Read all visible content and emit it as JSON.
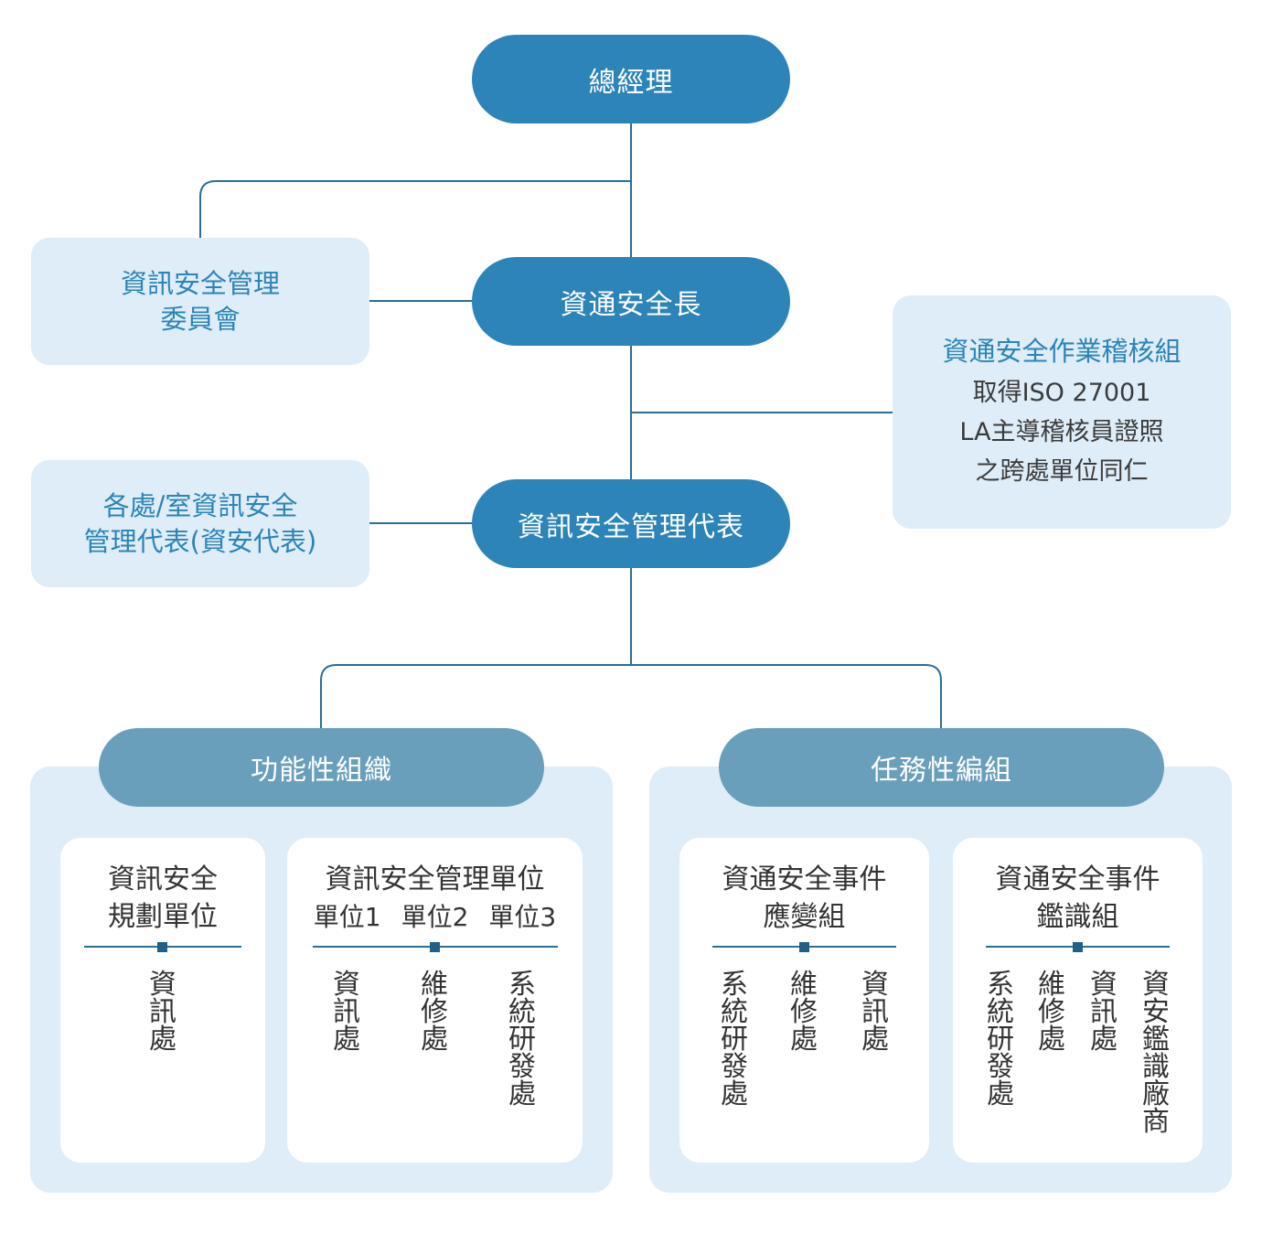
{
  "nodes": {
    "general_manager": "總經理",
    "ciso": "資通安全長",
    "isms_rep": "資訊安全管理代表"
  },
  "side": {
    "committee": [
      "資訊安全管理",
      "委員會"
    ],
    "unit_reps": [
      "各處/室資訊安全",
      "管理代表(資安代表)"
    ],
    "audit_team": {
      "title": "資通安全作業稽核組",
      "lines": [
        "取得ISO 27001",
        "LA主導稽核員證照",
        "之跨處單位同仁"
      ]
    }
  },
  "groups": {
    "functional": {
      "label": "功能性組織",
      "cards": [
        {
          "title": [
            "資訊安全",
            "規劃單位"
          ],
          "columns": [
            "資訊處"
          ]
        },
        {
          "title": [
            "資訊安全管理單位"
          ],
          "subtitles": [
            "單位1",
            "單位2",
            "單位3"
          ],
          "columns": [
            "資訊處",
            "維修處",
            "系統研發處"
          ]
        }
      ]
    },
    "task": {
      "label": "任務性編組",
      "cards": [
        {
          "title": [
            "資通安全事件",
            "應變組"
          ],
          "columns": [
            "系統研發處",
            "維修處",
            "資訊處"
          ]
        },
        {
          "title": [
            "資通安全事件",
            "鑑識組"
          ],
          "columns": [
            "系統研發處",
            "維修處",
            "資訊處",
            "資安鑑識廠商"
          ]
        }
      ]
    }
  },
  "colors": {
    "main_node": "#2c84b8",
    "group_node": "#6a9fbc",
    "light_fill": "#deedf7",
    "line": "#2a6e98"
  }
}
